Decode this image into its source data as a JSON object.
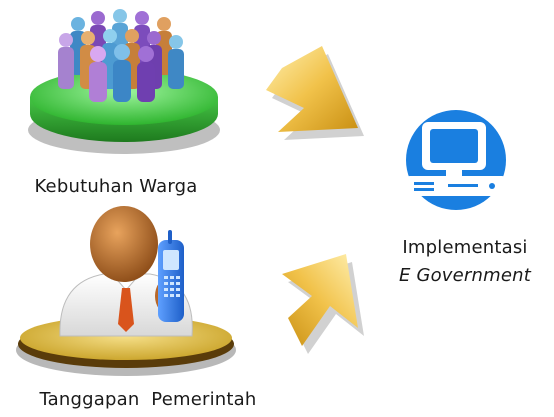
{
  "nodes": {
    "citizens": {
      "label": "Kebutuhan Warga",
      "icon": "crowd-on-platform-icon"
    },
    "government": {
      "label": "Tanggapan  Pemerintah",
      "icon": "businessman-with-phone-icon"
    },
    "implementation": {
      "label": "Implementasi",
      "sublabel": "E Government",
      "icon": "desktop-computer-icon"
    }
  },
  "arrows": [
    {
      "from": "citizens",
      "to": "implementation",
      "icon": "arrow-icon"
    },
    {
      "from": "government",
      "to": "implementation",
      "icon": "arrow-icon"
    }
  ],
  "colors": {
    "platform_green": "#2fb52f",
    "arrow_gold": "#f1c24a",
    "computer_blue": "#1a7fe0",
    "skin": "#b8682a",
    "base_gold": "#c9a227"
  }
}
